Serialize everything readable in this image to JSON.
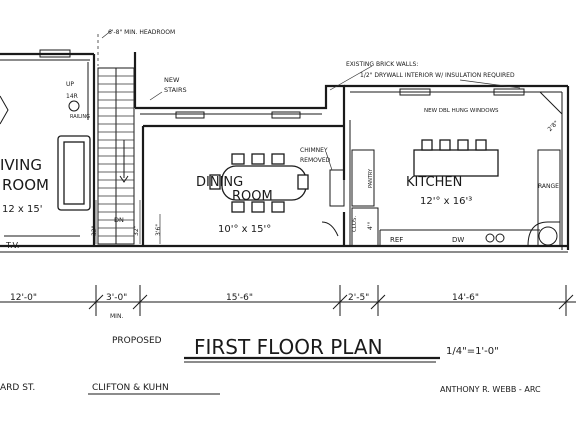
{
  "notes": {
    "headroom": "6'-8\" MIN. HEADROOM",
    "new_stairs_1": "NEW",
    "new_stairs_2": "STAIRS",
    "brick_walls_1": "EXISTING BRICK WALLS:",
    "brick_walls_2": "1/2\" DRYWALL INTERIOR W/ INSULATION REQUIRED",
    "new_windows": "NEW DBL HUNG WINDOWS",
    "chimney_1": "CHIMNEY",
    "chimney_2": "REMOVED",
    "up": "UP",
    "risers": "14R",
    "railing": "RAILING",
    "dn": "DN"
  },
  "rooms": {
    "living_1": "IVING",
    "living_2": "ROOM",
    "living_dim": "12 x 15'",
    "tv": "T.V.",
    "dining_1": "DINING",
    "dining_2": "ROOM",
    "dining_dim": "10'° x 15'°",
    "kitchen": "KITCHEN",
    "kitchen_dim": "12'° x 16'³",
    "pantry": "PANTRY",
    "closet": "CLOS.",
    "closet_dim": "4'°",
    "range": "RANGE",
    "ref": "REF",
    "dw": "DW",
    "corner": "2'8\""
  },
  "dims": {
    "side_1": "32\"",
    "side_2": "32\"",
    "side_3": "3'6\"",
    "d1": "12'-0\"",
    "d2": "3'-0\"",
    "d2_sub": "MIN.",
    "d3": "15'-6\"",
    "d4": "2'-5\"",
    "d5": "14'-6\""
  },
  "title": {
    "proposed": "PROPOSED",
    "main": "FIRST FLOOR PLAN",
    "scale": "1/4\"=1'-0\"",
    "street": "ARD ST.",
    "client": "CLIFTON & KUHN",
    "architect": "ANTHONY R. WEBB - ARC"
  }
}
